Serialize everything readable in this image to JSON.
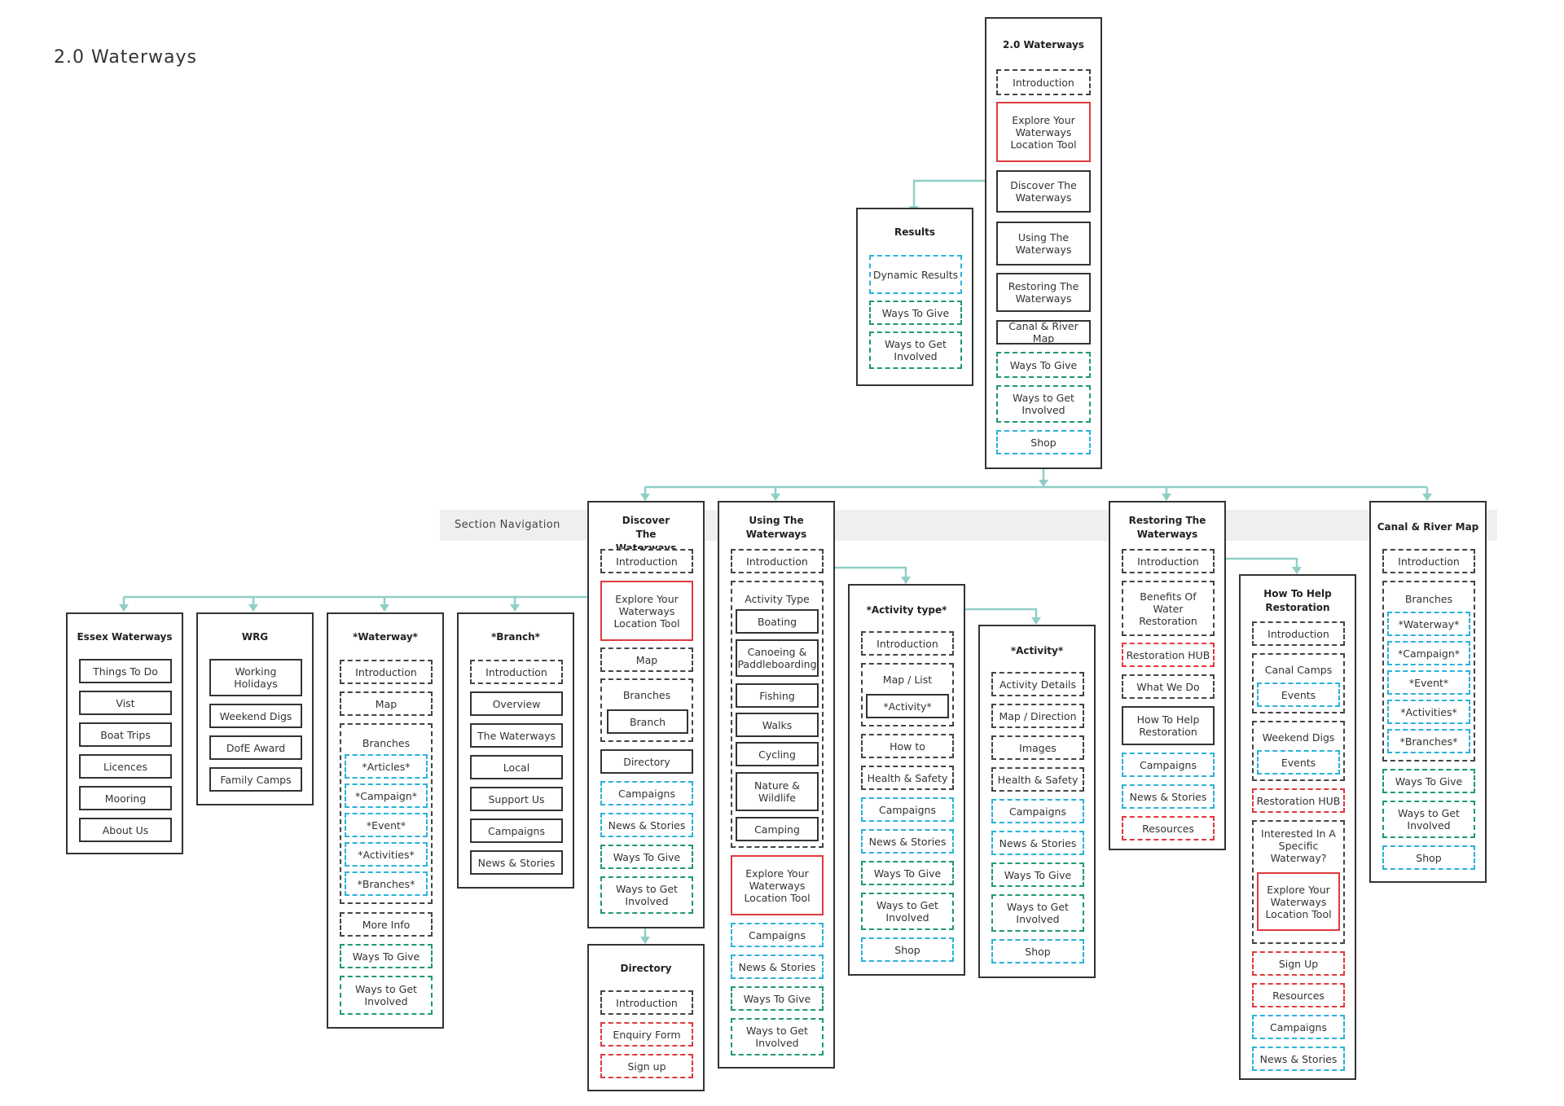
{
  "page": {
    "title": "2.0 Waterways",
    "nav_label": "Section Navigation"
  },
  "colors": {
    "connector": "#8fcfc7",
    "dark": "#333333",
    "blue": "#29b3d9",
    "green": "#1e9a6c",
    "red": "#e0393e",
    "band": "#efefef"
  },
  "boxes": {
    "waterways": {
      "title": "2.0 Waterways",
      "items": [
        "Introduction",
        "Explore Your Waterways Location Tool",
        "Discover The Waterways",
        "Using The Waterways",
        "Restoring The Waterways",
        "Canal & River Map",
        "Ways To Give",
        "Ways to Get Involved",
        "Shop"
      ]
    },
    "results": {
      "title": "Results",
      "items": [
        "Dynamic Results",
        "Ways To Give",
        "Ways to Get Involved"
      ]
    },
    "essex": {
      "title": "Essex Waterways",
      "items": [
        "Things To Do",
        "Vist",
        "Boat Trips",
        "Licences",
        "Mooring",
        "About Us"
      ]
    },
    "wrg": {
      "title": "WRG",
      "items": [
        "Working Holidays",
        "Weekend Digs",
        "DofE Award",
        "Family Camps"
      ]
    },
    "waterway": {
      "title": "*Waterway*",
      "items": [
        "Introduction",
        "Map",
        "Branches",
        "*Articles*",
        "*Campaign*",
        "*Event*",
        "*Activities*",
        "*Branches*",
        "More Info",
        "Ways To Give",
        "Ways to Get Involved"
      ]
    },
    "branch": {
      "title": "*Branch*",
      "items": [
        "Introduction",
        "Overview",
        "The Waterways",
        "Local",
        "Support Us",
        "Campaigns",
        "News & Stories"
      ]
    },
    "discover": {
      "title": "Discover The Waterways",
      "items": [
        "Introduction",
        "Explore Your Waterways Location Tool",
        "Map",
        "Branches",
        "Branch",
        "Directory",
        "Campaigns",
        "News & Stories",
        "Ways To Give",
        "Ways to Get Involved"
      ]
    },
    "directory": {
      "title": "Directory",
      "items": [
        "Introduction",
        "Enquiry Form",
        "Sign up"
      ]
    },
    "using": {
      "title": "Using The Waterways",
      "items": [
        "Introduction",
        "Activity Type",
        "Boating",
        "Canoeing & Paddleboarding",
        "Fishing",
        "Walks",
        "Cycling",
        "Nature & Wildlife",
        "Camping",
        "Explore Your Waterways Location Tool",
        "Campaigns",
        "News & Stories",
        "Ways To Give",
        "Ways to Get Involved"
      ]
    },
    "activity_type": {
      "title": "*Activity type*",
      "items": [
        "Introduction",
        "Map / List",
        "*Activity*",
        "How to",
        "Health & Safety",
        "Campaigns",
        "News & Stories",
        "Ways To Give",
        "Ways to Get Involved",
        "Shop"
      ]
    },
    "activity": {
      "title": "*Activity*",
      "items": [
        "Activity Details",
        "Map / Direction",
        "Images",
        "Health & Safety",
        "Campaigns",
        "News & Stories",
        "Ways To Give",
        "Ways to Get Involved",
        "Shop"
      ]
    },
    "restoring": {
      "title": "Restoring The Waterways",
      "items": [
        "Introduction",
        "Benefits Of Water Restoration",
        "Restoration HUB",
        "What We Do",
        "How To Help Restoration",
        "Campaigns",
        "News & Stories",
        "Resources"
      ]
    },
    "howhelp": {
      "title": "How To Help Restoration",
      "items": [
        "Introduction",
        "Canal Camps",
        "Events",
        "Weekend Digs",
        "Events",
        "Restoration HUB",
        "Interested In A Specific Waterway?",
        "Explore Your Waterways Location Tool",
        "Sign Up",
        "Resources",
        "Campaigns",
        "News & Stories"
      ]
    },
    "canalmap": {
      "title": "Canal & River Map",
      "items": [
        "Introduction",
        "Branches",
        "*Waterway*",
        "*Campaign*",
        "*Event*",
        "*Activities*",
        "*Branches*",
        "Ways To Give",
        "Ways to Get Involved",
        "Shop"
      ]
    }
  }
}
